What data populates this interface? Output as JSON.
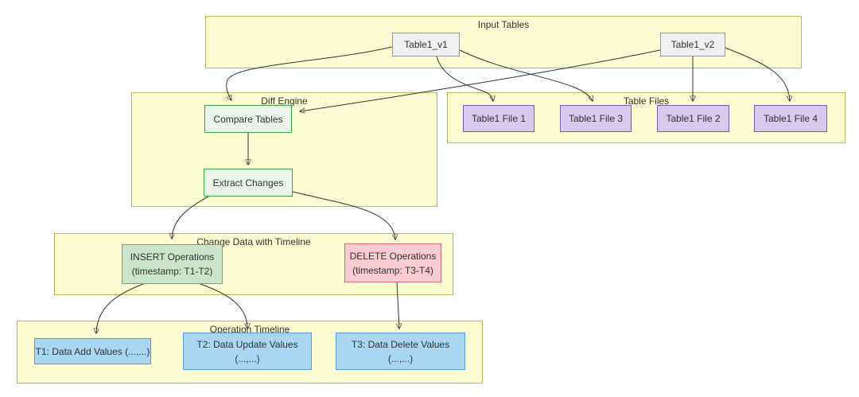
{
  "diagram": {
    "groups": {
      "input_tables": {
        "title": "Input Tables"
      },
      "diff_engine": {
        "title": "Diff Engine"
      },
      "table_files": {
        "title": "Table Files"
      },
      "change_data": {
        "title": "Change Data with Timeline"
      },
      "operation_timeline": {
        "title": "Operation Timeline"
      }
    },
    "nodes": {
      "table1_v1": {
        "label": "Table1_v1"
      },
      "table1_v2": {
        "label": "Table1_v2"
      },
      "compare_tables": {
        "label": "Compare Tables"
      },
      "extract_changes": {
        "label": "Extract Changes"
      },
      "table1_file1": {
        "label": "Table1 File 1"
      },
      "table1_file3": {
        "label": "Table1 File 3"
      },
      "table1_file2": {
        "label": "Table1 File 2"
      },
      "table1_file4": {
        "label": "Table1 File 4"
      },
      "insert_ops": {
        "label": "INSERT Operations",
        "sublabel": "(timestamp: T1-T2)"
      },
      "delete_ops": {
        "label": "DELETE Operations",
        "sublabel": "(timestamp: T3-T4)"
      },
      "t1": {
        "label": "T1: Data Add Values (...,...)"
      },
      "t2": {
        "label": "T2: Data Update Values",
        "sublabel": "(...,...)"
      },
      "t3": {
        "label": "T3: Data Delete Values",
        "sublabel": "(...,...)"
      }
    },
    "edges": [
      {
        "from": "table1_v1",
        "to": "compare_tables"
      },
      {
        "from": "table1_v2",
        "to": "compare_tables"
      },
      {
        "from": "table1_v1",
        "to": "table1_file1"
      },
      {
        "from": "table1_v1",
        "to": "table1_file3"
      },
      {
        "from": "table1_v2",
        "to": "table1_file2"
      },
      {
        "from": "table1_v2",
        "to": "table1_file4"
      },
      {
        "from": "compare_tables",
        "to": "extract_changes"
      },
      {
        "from": "extract_changes",
        "to": "insert_ops"
      },
      {
        "from": "extract_changes",
        "to": "delete_ops"
      },
      {
        "from": "insert_ops",
        "to": "t1"
      },
      {
        "from": "insert_ops",
        "to": "t2"
      },
      {
        "from": "delete_ops",
        "to": "t3"
      }
    ],
    "colors": {
      "group_fill": "#FCFCD2",
      "group_border": "#B9B95D",
      "input_node_fill": "#F0F0F0",
      "input_node_border": "#999999",
      "process_fill": "#EAF6EC",
      "process_border": "#41A445",
      "insert_fill": "#CBE5CB",
      "insert_border": "#7A9E7A",
      "delete_fill": "#F9CBD2",
      "delete_border": "#DB6B76",
      "file_fill": "#D8C9EE",
      "file_border": "#7B5EA7",
      "timeline_fill": "#A9D6F2",
      "timeline_border": "#5B9BD5",
      "edge": "#333333"
    }
  }
}
